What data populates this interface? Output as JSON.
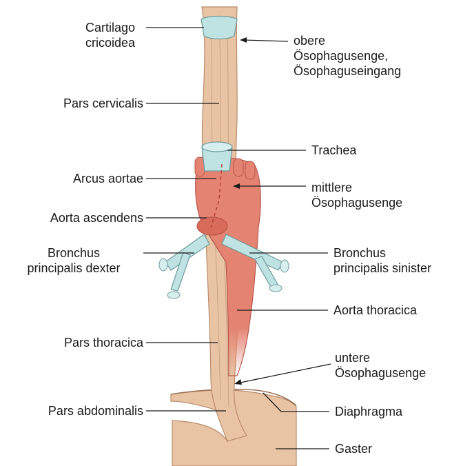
{
  "labels": {
    "cartilago_cricoidea": [
      "Cartilago",
      "cricoidea"
    ],
    "obere_engstelle": [
      "obere",
      "Ösophagusenge,",
      "Ösophaguseingang"
    ],
    "pars_cervicalis": "Pars cervicalis",
    "trachea": "Trachea",
    "arcus_aortae": "Arcus aortae",
    "mittlere_engstelle": [
      "mittlere",
      "Ösophagusenge"
    ],
    "aorta_ascendens": "Aorta ascendens",
    "bronchus_dexter": [
      "Bronchus",
      "principalis dexter"
    ],
    "bronchus_sinister": [
      "Bronchus",
      "principalis sinister"
    ],
    "aorta_thoracica": "Aorta thoracica",
    "pars_thoracica": "Pars thoracica",
    "untere_engstelle": [
      "untere",
      "Ösophagusenge"
    ],
    "pars_abdominalis": "Pars abdominalis",
    "diaphragma": "Diaphragma",
    "gaster": "Gaster"
  },
  "colors": {
    "esophagus": "#e8c3a4",
    "esophagus_stroke": "#b98b6a",
    "aorta": "#e48372",
    "aorta_stroke": "#b8574a",
    "cartilage": "#bfe2e2",
    "cartilage_stroke": "#6f9a9d",
    "leader": "#1a1a1a"
  }
}
